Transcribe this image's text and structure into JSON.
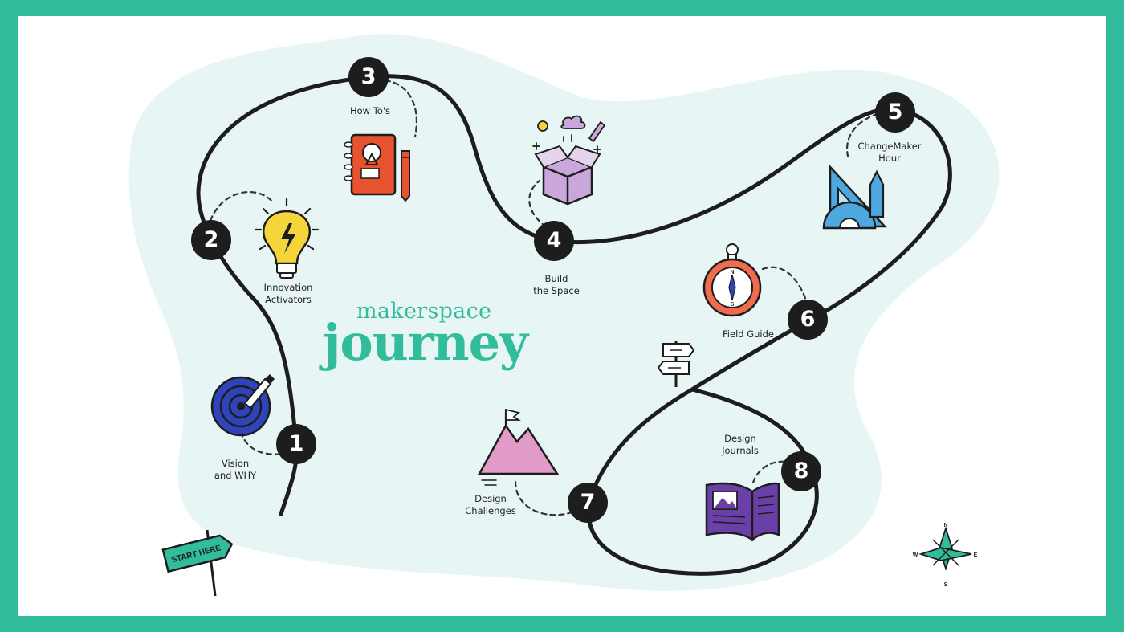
{
  "title": {
    "line1": "makerspace",
    "line2": "journey"
  },
  "start_sign": "START HERE",
  "compass": {
    "n": "N",
    "e": "E",
    "s": "S",
    "w": "W"
  },
  "field_guide_compass": {
    "n": "N",
    "s": "S"
  },
  "steps": [
    {
      "number": "1",
      "label": "Vision\nand WHY",
      "icon": "target-icon"
    },
    {
      "number": "2",
      "label": "Innovation\nActivators",
      "icon": "lightbulb-icon"
    },
    {
      "number": "3",
      "label": "How To's",
      "icon": "notebook-icon"
    },
    {
      "number": "4",
      "label": "Build\nthe Space",
      "icon": "box-icon"
    },
    {
      "number": "5",
      "label": "ChangeMaker\nHour",
      "icon": "ruler-icon"
    },
    {
      "number": "6",
      "label": "Field Guide",
      "icon": "compass-icon"
    },
    {
      "number": "7",
      "label": "Design\nChallenges",
      "icon": "mountain-icon"
    },
    {
      "number": "8",
      "label": "Design\nJournals",
      "icon": "book-icon"
    }
  ],
  "colors": {
    "frame": "#31bd9c",
    "blob": "#e8f5f5",
    "path": "#1d1d1d",
    "accent": "#31bd9c"
  }
}
